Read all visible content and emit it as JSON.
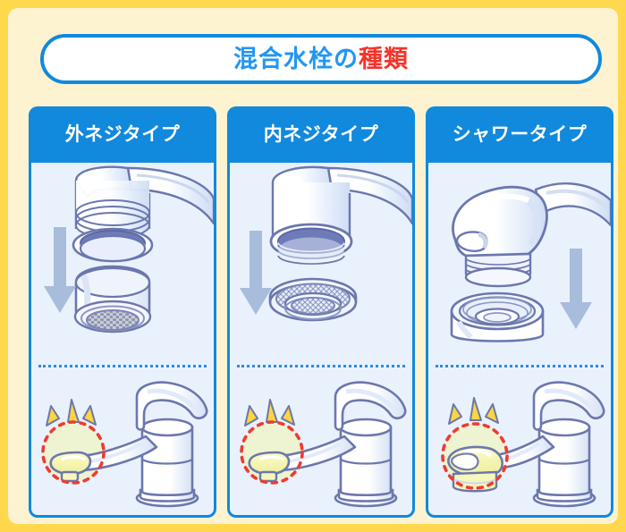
{
  "page": {
    "title_main": "混合水栓の",
    "title_accent": "種類",
    "frame_color": "#FFD84D",
    "panel_bg": "#FDF3D1",
    "header_blue": "#1189DC",
    "body_blue": "#E9F1FD",
    "title_blue": "#2196F3",
    "title_red": "#F4342A",
    "outline_color": "#6B77AD",
    "arrow_color": "#A8BCDC",
    "highlight_yellow": "#FAF5A8",
    "ray_yellow": "#FCD53F",
    "dash_red": "#EE3B33"
  },
  "columns": [
    {
      "id": "outer-thread",
      "label": "外ネジタイプ",
      "top_illustration": "spout with external threads and detachable aerator cap with honeycomb mesh",
      "arrow_direction": "down",
      "arrow_side": "left",
      "bottom_illustration": "single-lever mixer faucet with slim spout tip highlighted",
      "highlight_marker": "red-dashed-circle",
      "sparkle_rays": 3
    },
    {
      "id": "inner-thread",
      "label": "内ネジタイプ",
      "top_illustration": "spout with internal threads and flat mesh screen insert",
      "arrow_direction": "down",
      "arrow_side": "left",
      "bottom_illustration": "single-lever mixer faucet with slim spout tip highlighted",
      "highlight_marker": "red-dashed-circle",
      "sparkle_rays": 3
    },
    {
      "id": "shower-type",
      "label": "シャワータイプ",
      "top_illustration": "shower head spout with threaded collar and detachable ring adapter",
      "arrow_direction": "down",
      "arrow_side": "right",
      "bottom_illustration": "single-lever mixer faucet with bulky shower head tip highlighted",
      "highlight_marker": "red-dashed-circle",
      "sparkle_rays": 3
    }
  ]
}
